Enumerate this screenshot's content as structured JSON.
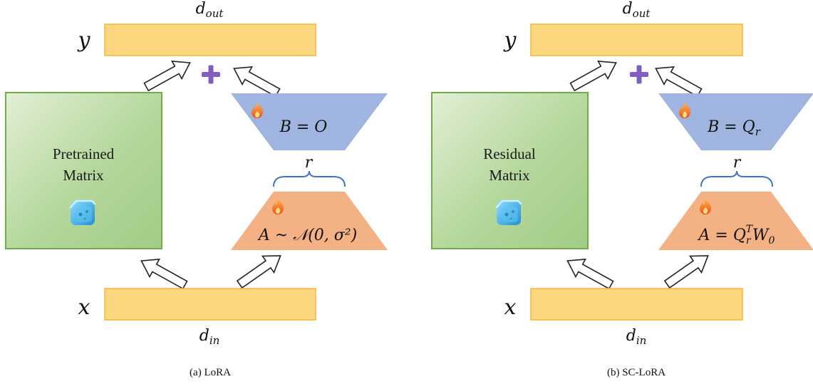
{
  "colors": {
    "bar_fill": "#fcd77f",
    "bar_stroke": "#f0b63a",
    "matrix_fill_light": "#e4f1d8",
    "matrix_fill_dark": "#a9d18e",
    "matrix_stroke": "#70ad47",
    "b_trap_fill": "#9fb4de",
    "a_trap_fill": "#f4b183",
    "brace": "#4472c4",
    "plus": "#7f5fbf",
    "ice": "#41b4e6"
  },
  "icons": [
    "flame-icon",
    "ice-cube-icon",
    "plus-icon",
    "hollow-arrow-icon"
  ],
  "panels": [
    {
      "caption": "(a) LoRA",
      "y_label": "y",
      "x_label": "x",
      "d_out": "d",
      "d_out_sub": "out",
      "d_in": "d",
      "d_in_sub": "in",
      "matrix_line1": "Pretrained",
      "matrix_line2": "Matrix",
      "b_label": "B = O",
      "a_label": "A ~ 𝒩(0, σ²)",
      "r_label": "r"
    },
    {
      "caption": "(b) SC-LoRA",
      "y_label": "y",
      "x_label": "x",
      "d_out": "d",
      "d_out_sub": "out",
      "d_in": "d",
      "d_in_sub": "in",
      "matrix_line1": "Residual",
      "matrix_line2": "Matrix",
      "b_label": "B = Q",
      "b_label_sub": "r",
      "a_label": "A = Q",
      "a_label_sub": "r",
      "a_label_sup": "T",
      "a_label_rest": "W",
      "a_label_rest_sub": "0",
      "r_label": "r"
    }
  ]
}
